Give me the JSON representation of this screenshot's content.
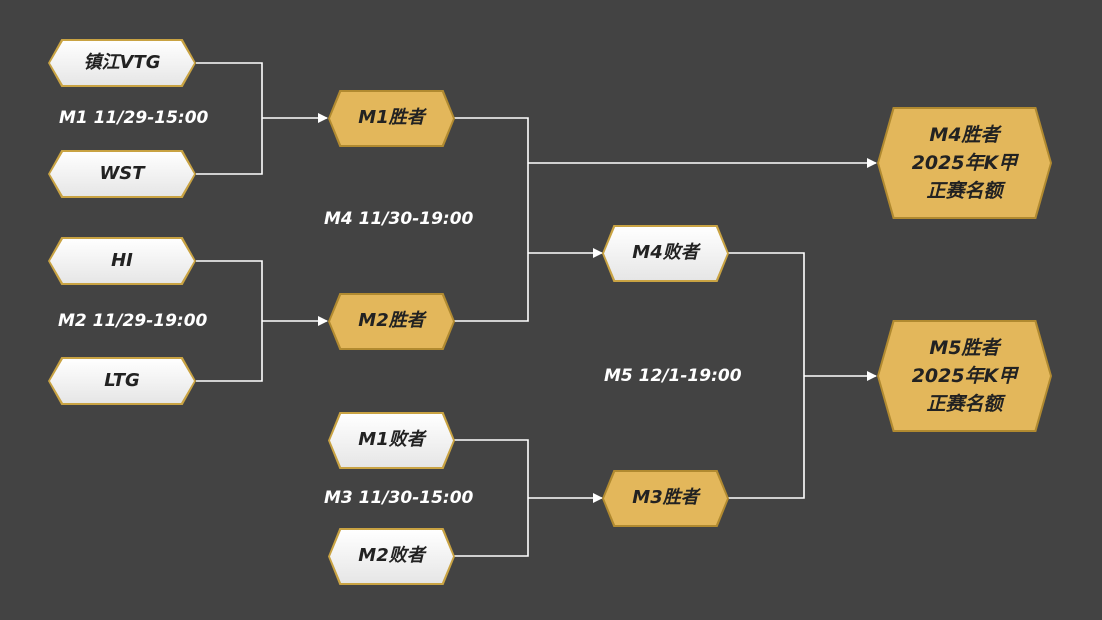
{
  "teams": {
    "t1": "镇江VTG",
    "t2": "WST",
    "t3": "HI",
    "t4": "LTG"
  },
  "slots": {
    "m1_winner": "M1胜者",
    "m2_winner": "M2胜者",
    "m1_loser": "M1败者",
    "m2_loser": "M2败者",
    "m4_loser": "M4败者",
    "m3_winner": "M3胜者"
  },
  "results": {
    "m4": {
      "winner": "M4胜者",
      "line2": "2025年K甲",
      "line3": "正赛名额"
    },
    "m5": {
      "winner": "M5胜者",
      "line2": "2025年K甲",
      "line3": "正赛名额"
    }
  },
  "times": {
    "m1": "M1 11/29-15:00",
    "m2": "M2 11/29-19:00",
    "m3": "M3 11/30-15:00",
    "m4": "M4 11/30-19:00",
    "m5": "M5 12/1-19:00"
  },
  "colors": {
    "background": "#434343",
    "gold": "#e3b75b",
    "line": "#ffffff"
  }
}
